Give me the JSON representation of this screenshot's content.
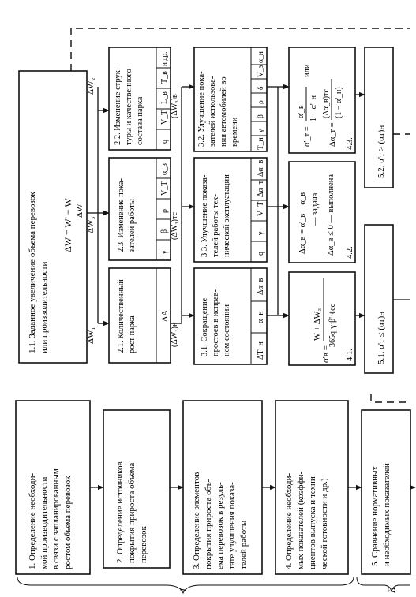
{
  "steps": [
    {
      "lines": [
        "1. Определение необходи-",
        "мой производительности",
        "в связи с запланированным",
        "ростом объема перевозок"
      ]
    },
    {
      "lines": [
        "2. Определение источников",
        "покрытия прироста объема",
        "перевозок"
      ]
    },
    {
      "lines": [
        "3. Определение элементов",
        "покрытия прироста объ-",
        "ема перевозок в резуль-",
        "тате улучшения показа-",
        "телей работы"
      ]
    },
    {
      "lines": [
        "4. Определение необходи-",
        "мых показателей (коэффи-",
        "циентов выпуска и техни-",
        "ческой готовности и др.)"
      ]
    },
    {
      "lines": [
        "5. Сравнение нормативных",
        "и необходимых показателей"
      ]
    }
  ],
  "group_labels": {
    "g1": "I",
    "g2": "II"
  },
  "box_1_1": {
    "lines": [
      "1.1. Заданное увеличение объема перевозок",
      "или производительности"
    ],
    "formula": "ΔW = W' − W"
  },
  "branch": {
    "dW": "ΔW",
    "dW1": "ΔW₁",
    "dW2": "ΔW₂",
    "dW3": "ΔW₃",
    "dW3n": "(ΔW₃)н",
    "dW3tc": "(ΔW₃)тс",
    "dW3v": "(ΔW₃)в"
  },
  "box_2_1": {
    "lines": [
      "2.1. Количественный",
      "рост парка"
    ],
    "cells": [
      "ΔA"
    ]
  },
  "box_2_3": {
    "lines": [
      "2.3. Изменение пока-",
      "зателей работы"
    ],
    "cells": [
      "γ",
      "β",
      "ρ",
      "V_T",
      "α_в"
    ]
  },
  "box_2_2": {
    "lines": [
      "2.2. Изменение струк-",
      "туры и качественного",
      "состава парка"
    ],
    "cells": [
      "q",
      "V_T",
      "L_в",
      "T_в",
      "и др."
    ]
  },
  "box_3_1": {
    "lines": [
      "3.1. Сокращение",
      "простоев в исправ-",
      "ном состоянии"
    ],
    "cells": [
      "ΔT_н",
      "α_н",
      "Δα_в"
    ]
  },
  "box_3_3": {
    "lines": [
      "3.3. Улучшение показа-",
      "телей работы тех-",
      "нической эксплуатации"
    ],
    "cells": [
      "q",
      "γ",
      "V_T",
      "Δα_т",
      "Δα_в"
    ]
  },
  "box_3_2": {
    "lines": [
      "3.2. Улучшение пока-",
      "зателей использова-",
      "ния автомобилей во",
      "времени"
    ],
    "cells": [
      "T_н",
      "γ",
      "β",
      "ρ",
      "δ",
      "V_э",
      "α_н"
    ]
  },
  "box_4_1": {
    "label": "4.1.",
    "lhs": "α'в =",
    "num": "W + ΔW₃",
    "den": "365q·γ·β'·ℓсс"
  },
  "box_4_2": {
    "label": "4.2.",
    "f1": "Δα_в = α'_в − α_в",
    "f2": "— задача",
    "f3": "Δα_в ≤ 0 — выполнена"
  },
  "box_4_3": {
    "label": "4.3.",
    "f1": "α'_т =",
    "f1_num": "α'_в",
    "f1_den": "1 − α'_н",
    "f2": "или",
    "f3": "Δα_т =",
    "f3_num": "(Δα_в)тс",
    "f3_den": "(1 − α'_н)"
  },
  "box_5_1": {
    "text": "5.1.  α'т ≤ (αт)н"
  },
  "box_5_2": {
    "text": "5.2.  α'т > (αт)н"
  }
}
